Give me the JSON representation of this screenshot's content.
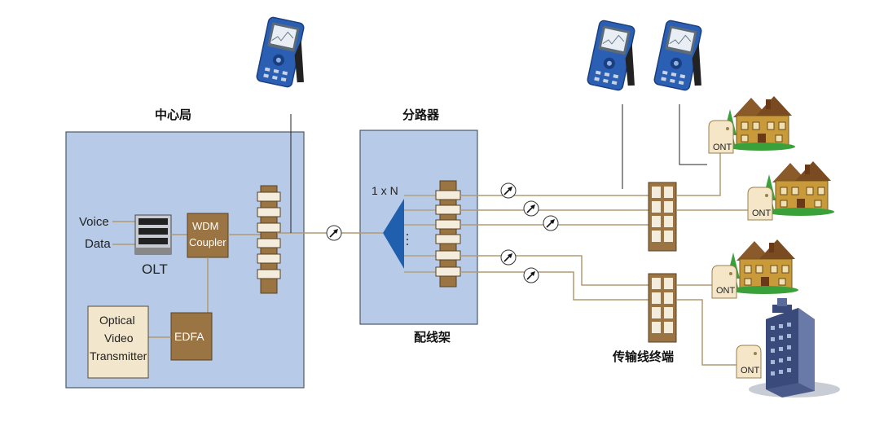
{
  "labels": {
    "central_office": "中心局",
    "splitter": "分路器",
    "distribution_frame": "配线架",
    "transmission_terminal": "传输线终端",
    "voice": "Voice",
    "data": "Data",
    "olt": "OLT",
    "wdm_line1": "WDM",
    "wdm_line2": "Coupler",
    "edfa": "EDFA",
    "ovt_line1": "Optical",
    "ovt_line2": "Video",
    "ovt_line3": "Transmitter",
    "one_by_n": "1 x N",
    "ont": "ONT"
  },
  "colors": {
    "box_fill": "#b7cbe8",
    "box_stroke": "#4a5a6a",
    "component_fill": "#9a7442",
    "fiber": "#b09a70",
    "splitter_blue": "#1f5fae",
    "tester_blue": "#2a5fb4",
    "ont_fill": "#f4e6c6",
    "house": "#c99a3a",
    "tree": "#2e8a2e"
  },
  "icons": [
    "otdr-tester-icon",
    "olt-device-icon",
    "fiber-arrow-icon",
    "house-icon",
    "office-building-icon",
    "ont-icon"
  ]
}
